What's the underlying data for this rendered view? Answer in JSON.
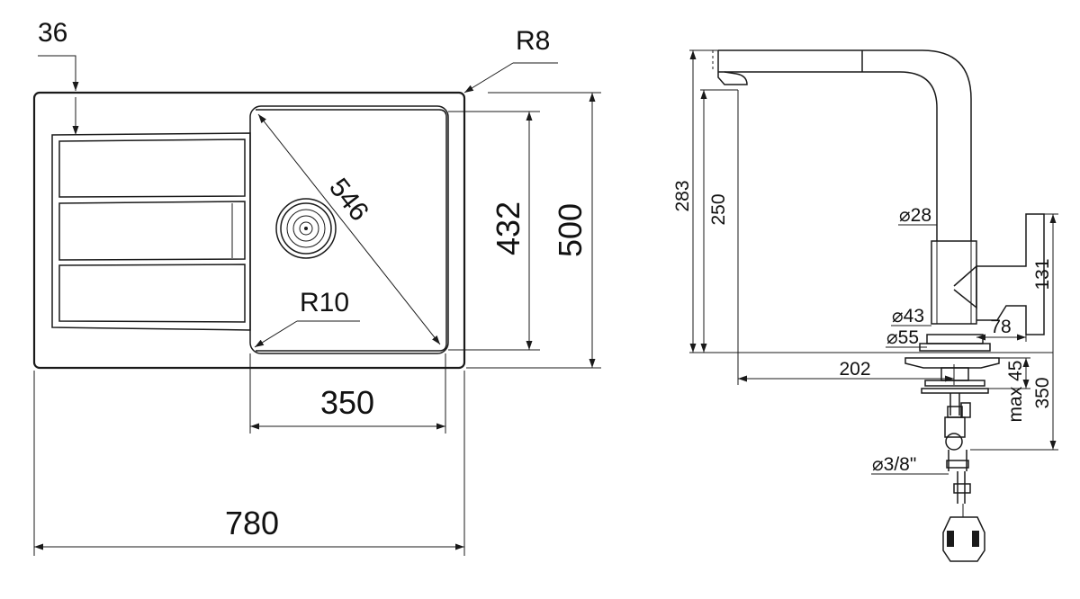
{
  "sink": {
    "dim_width_total": "780",
    "dim_bowl_width": "350",
    "dim_depth_total": "500",
    "dim_bowl_depth": "432",
    "dim_diagonal": "546",
    "dim_drainer_offset": "36",
    "dim_corner_outer_radius": "R8",
    "dim_bowl_radius": "R10"
  },
  "faucet": {
    "dim_total_height": "283",
    "dim_spout_height": "250",
    "dim_pipe_diameter": "⌀28",
    "dim_body_diameter": "⌀43",
    "dim_base_diameter": "⌀55",
    "dim_reach": "202",
    "dim_lever_height": "131",
    "dim_lever_length": "78",
    "dim_max_thickness": "max 45",
    "dim_hose_length": "350",
    "dim_connector": "⌀3/8\""
  }
}
